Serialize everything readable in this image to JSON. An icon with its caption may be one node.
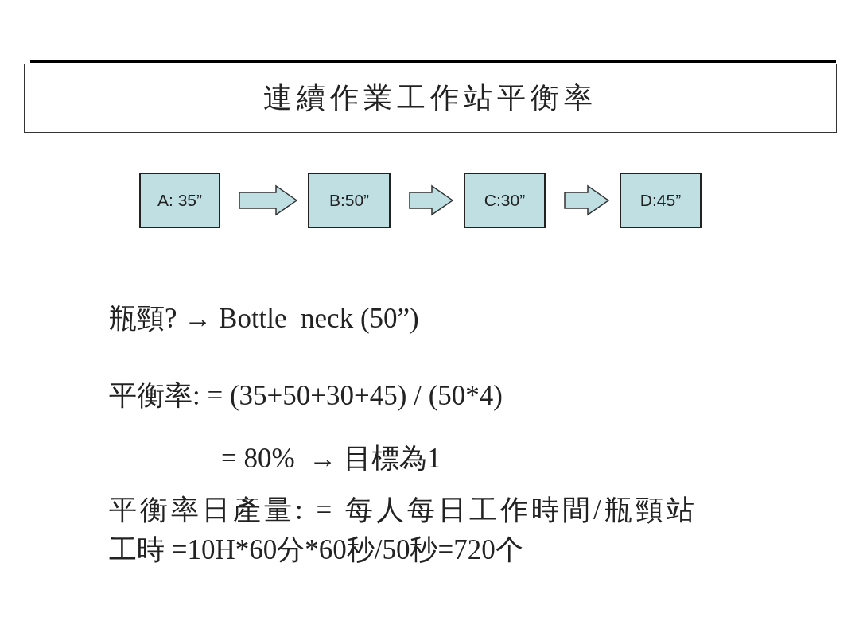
{
  "diagram": {
    "title": "連續作業工作站平衡率",
    "nodes": [
      {
        "text": [
          "A: 35”"
        ]
      },
      {
        "text": [
          "B:50”"
        ]
      },
      {
        "text": [
          "C:30”"
        ]
      },
      {
        "text": [
          "D:45”"
        ]
      }
    ],
    "edges": [
      {
        "from": 0,
        "to": 1,
        "arrow": "to"
      },
      {
        "from": 1,
        "to": 2,
        "arrow": "to"
      },
      {
        "from": 2,
        "to": 3,
        "arrow": "to"
      }
    ],
    "labels": [
      "瓶頸? → Bottle  neck (50”)",
      "平衡率: = (35+50+30+45) / (50*4)",
      "= 80%  → 目標為1",
      "平衡率日產量: = 每人每日工作時間/瓶頸站",
      "工時 =10H*60分*60秒/50秒=720个"
    ]
  }
}
